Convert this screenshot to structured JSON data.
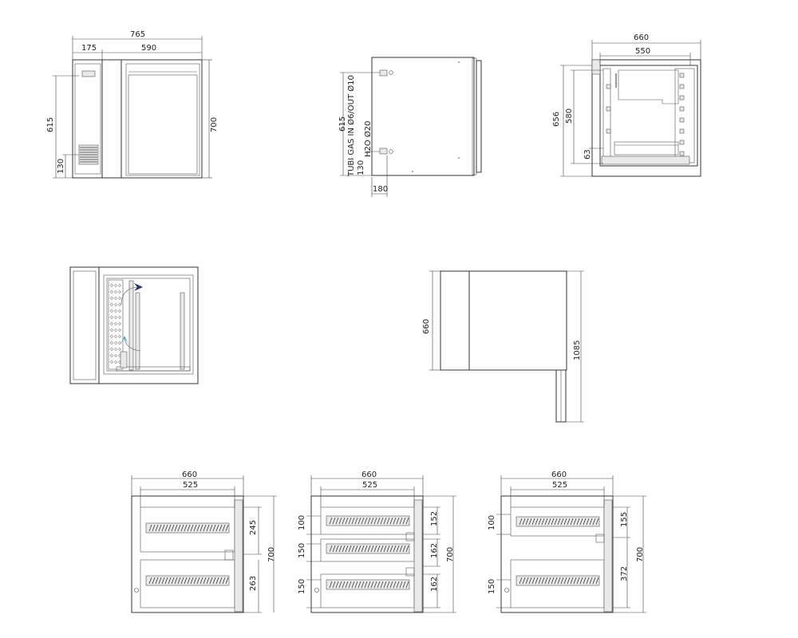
{
  "drawing": {
    "front": {
      "overall_width": "765",
      "compressor_width": "175",
      "cabinet_width": "590",
      "total_height": "700",
      "upper_height": "615",
      "vent_height": "130"
    },
    "side": {
      "height": "615",
      "pipes_label": "TUBI GAS IN Ø6/OUT Ø10",
      "water_label": "H2O Ø20",
      "water_height": "130",
      "offset": "180"
    },
    "section": {
      "outer_width": "660",
      "inner_width": "550",
      "outer_height": "656",
      "inner_height": "580",
      "base_height": "63"
    },
    "top_view": {
      "depth": "660",
      "length": "1085"
    },
    "config_a": {
      "width": "660",
      "inner": "525",
      "total": "700",
      "drawer_upper": "245",
      "drawer_lower": "263"
    },
    "config_b": {
      "width": "660",
      "inner": "525",
      "total": "700",
      "left_1": "100",
      "left_2": "150",
      "left_3": "150",
      "right_1": "152",
      "right_2": "162",
      "right_3": "162"
    },
    "config_c": {
      "width": "660",
      "inner": "525",
      "total": "700",
      "left_1": "100",
      "left_2": "150",
      "right_1": "155",
      "right_2": "372"
    }
  }
}
